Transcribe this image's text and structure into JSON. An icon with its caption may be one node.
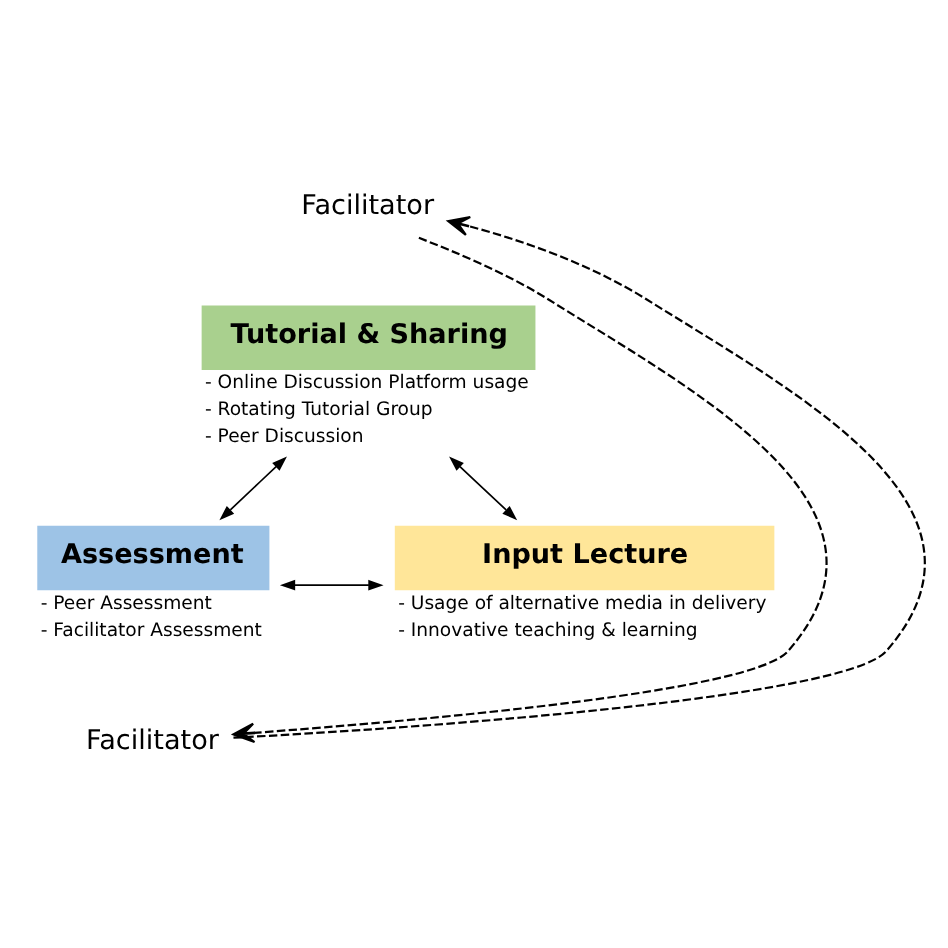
{
  "diagram": {
    "nodes": [
      {
        "text": [
          "Facilitator"
        ]
      },
      {
        "text": [
          "Tutorial & Sharing"
        ],
        "beside": [
          "- Online Discussion Platform usage",
          "- Rotating Tutorial Group",
          "- Peer Discussion"
        ]
      },
      {
        "text": [
          "Assessment"
        ],
        "beside": [
          "- Peer Assessment",
          "- Facilitator Assessment"
        ]
      },
      {
        "text": [
          "Input Lecture"
        ],
        "beside": [
          "- Usage of alternative media in delivery",
          "- Innovative teaching & learning"
        ]
      },
      {
        "text": [
          "Facilitator"
        ]
      }
    ],
    "edges": [
      {
        "from": 1,
        "to": 2,
        "arrow": "both"
      },
      {
        "from": 2,
        "to": 3,
        "arrow": "both"
      },
      {
        "from": 1,
        "to": 3,
        "arrow": "both"
      },
      {
        "from": 0,
        "to": 4,
        "arrow": "to",
        "style": "dashed"
      },
      {
        "from": 4,
        "to": 0,
        "arrow": "to",
        "style": "dashed"
      }
    ]
  }
}
